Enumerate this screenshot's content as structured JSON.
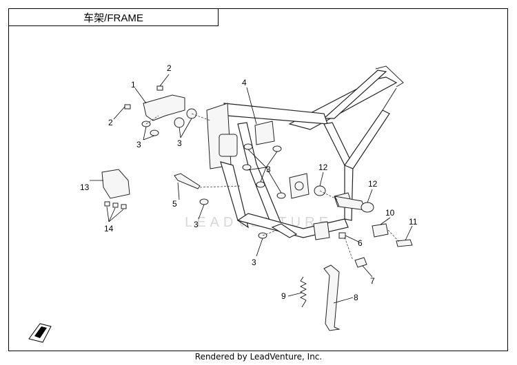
{
  "title": "车架/FRAME",
  "watermark": "LEADVENTURE",
  "footer": "Rendered by LeadVenture, Inc.",
  "callouts": {
    "c1": "1",
    "c2a": "2",
    "c2b": "2",
    "c3a": "3",
    "c3b": "3",
    "c3c": "3",
    "c3d": "3",
    "c3e": "3",
    "c4": "4",
    "c5": "5",
    "c6": "6",
    "c7": "7",
    "c8": "8",
    "c9": "9",
    "c10": "10",
    "c11": "11",
    "c12a": "12",
    "c12b": "12",
    "c13": "13",
    "c14": "14"
  }
}
